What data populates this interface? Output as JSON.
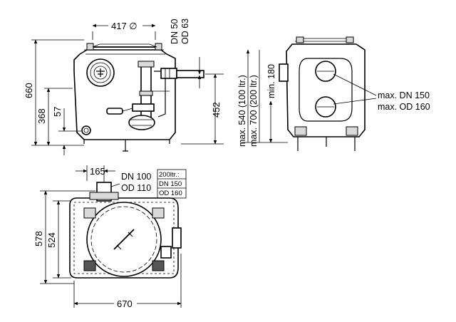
{
  "front_view": {
    "dims": {
      "inlet_diameter": "417 ∅",
      "total_height": "660",
      "inlet_height": "368",
      "drain_height": "57",
      "outlet_height": "452"
    },
    "outlet_labels": [
      "DN 50",
      "OD 63"
    ]
  },
  "side_view": {
    "dims": {
      "min_height": "min. 180",
      "max_height_100": "max. 540 (100 ltr.)",
      "max_height_200": "max. 700 (200 ltr.)"
    },
    "labels": [
      "max. DN 150",
      "max. OD 160"
    ]
  },
  "top_view": {
    "dims": {
      "offset": "165",
      "depth_outer": "578",
      "depth_inner": "524",
      "width": "670"
    },
    "pipe_labels": [
      "DN 100",
      "OD 110"
    ],
    "box_labels": [
      "200ltr.:",
      "DN 150",
      "OD 160"
    ]
  },
  "colors": {
    "line": "#000000",
    "fill": "#ffffff",
    "shade": "#d9d9d9"
  }
}
